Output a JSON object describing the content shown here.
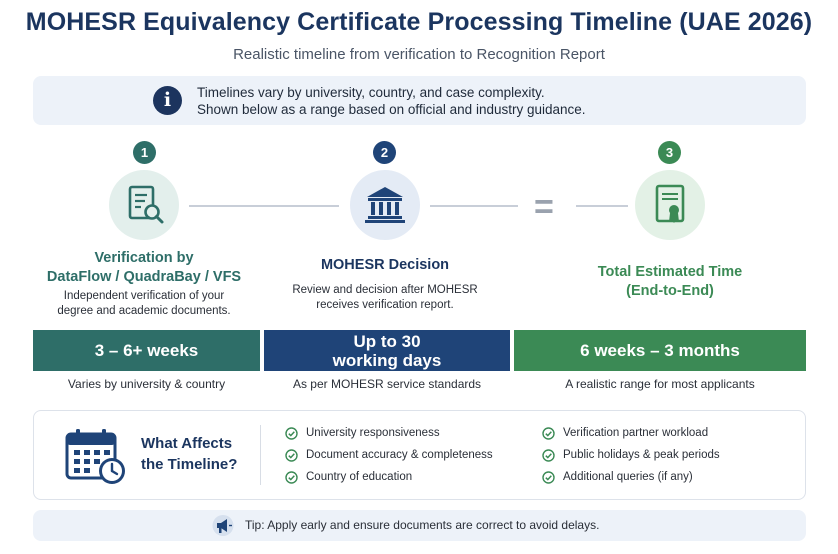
{
  "header": {
    "title": "MOHESR Equivalency Certificate Processing Timeline (UAE 2026)",
    "subtitle": "Realistic timeline from verification to Recognition Report"
  },
  "info": {
    "icon": "info-icon",
    "line1": "Timelines vary by university, country, and case complexity.",
    "line2": "Shown below as a range based on official and industry guidance."
  },
  "steps": [
    {
      "number": "1",
      "icon": "document-search-icon",
      "title_line1": "Verification by",
      "title_line2": "DataFlow / QuadraBay / VFS",
      "desc_line1": "Independent verification of your",
      "desc_line2": "degree and academic documents.",
      "duration": "3 – 6+ weeks",
      "note": "Varies by university & country",
      "color": "#2e6e68"
    },
    {
      "number": "2",
      "icon": "government-building-icon",
      "title_line1": "MOHESR Decision",
      "desc_line1": "Review and decision after MOHESR",
      "desc_line2": "receives verification report.",
      "duration_line1": "Up to 30",
      "duration_line2": "working days",
      "note": "As per MOHESR service standards",
      "color": "#1f4478"
    },
    {
      "number": "3",
      "icon": "certificate-icon",
      "title_line1": "Total Estimated Time",
      "title_line2": "(End-to-End)",
      "duration": "6 weeks – 3 months",
      "note": "A realistic range for most applicants",
      "color": "#3b8a55"
    }
  ],
  "equals_sign": "=",
  "factors": {
    "icon": "calendar-clock-icon",
    "title_line1": "What Affects",
    "title_line2": "the Timeline?",
    "left": [
      "University responsiveness",
      "Document accuracy & completeness",
      "Country of education"
    ],
    "right": [
      "Verification partner workload",
      "Public holidays & peak periods",
      "Additional queries (if any)"
    ]
  },
  "tip": {
    "icon": "megaphone-icon",
    "text": "Tip: Apply early and ensure documents are correct to avoid delays."
  }
}
